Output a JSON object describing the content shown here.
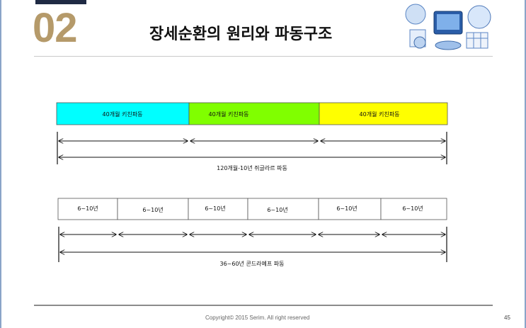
{
  "slide": {
    "section_number": "02",
    "title": "장세순환의 원리와 파동구조",
    "footer": "Copyright© 2015 Serim. All right reserved",
    "page_number": "45"
  },
  "diagram": {
    "kitchin_labels": [
      "40개월 키친파동",
      "40개월 키친파동",
      "40개월 키친파동"
    ],
    "kitchin_colors": [
      "#00ffff",
      "#80ff00",
      "#ffff00"
    ],
    "juglar_label": "120개월-10년 쥐글라르 파동",
    "juglar_segments": [
      "6~10년",
      "6~10년",
      "6~10년",
      "6~10년",
      "6~10년",
      "6~10년"
    ],
    "kondratieff_label": "36~60년 콘드라예프 파동"
  }
}
